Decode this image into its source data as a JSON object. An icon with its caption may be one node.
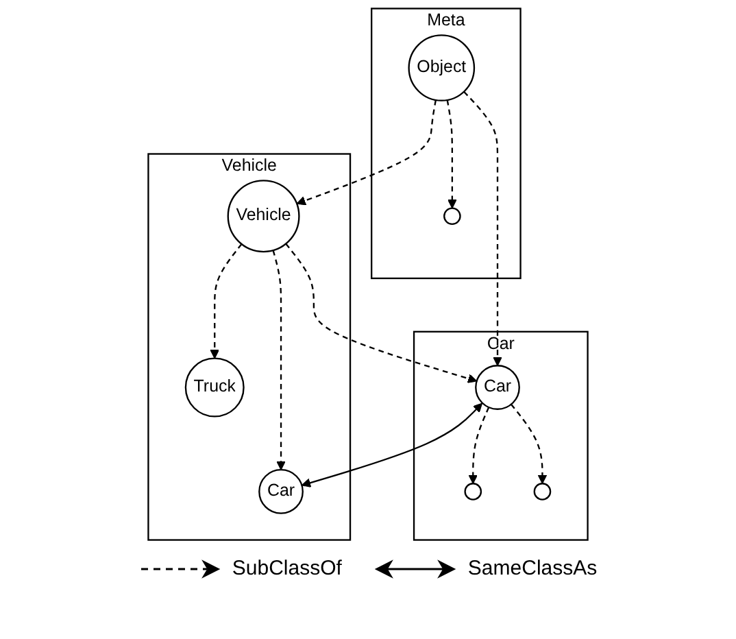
{
  "diagram": {
    "nodes": [
      {
        "text": [
          "Meta"
        ]
      },
      {
        "text": [
          "Object"
        ],
        "in": 0
      },
      {
        "text": [],
        "shape": "circle",
        "in": 0
      },
      {
        "text": [
          "Vehicle"
        ]
      },
      {
        "text": [
          "Vehicle"
        ],
        "in": 3
      },
      {
        "text": [
          "Truck"
        ],
        "in": 3
      },
      {
        "text": [
          "Car"
        ],
        "in": 3
      },
      {
        "text": [
          "Car"
        ]
      },
      {
        "text": [
          "Car"
        ],
        "in": 7
      },
      {
        "text": [],
        "shape": "circle",
        "in": 7
      },
      {
        "text": [],
        "shape": "circle",
        "in": 7
      }
    ],
    "edges": [
      {
        "from": 1,
        "to": 2,
        "arrow": "to",
        "style": "dashed"
      },
      {
        "from": 1,
        "to": 4,
        "arrow": "to",
        "style": "dashed"
      },
      {
        "from": 1,
        "to": 8,
        "arrow": "to",
        "style": "dashed"
      },
      {
        "from": 4,
        "to": 5,
        "arrow": "to",
        "style": "dashed"
      },
      {
        "from": 4,
        "to": 6,
        "arrow": "to",
        "style": "dashed"
      },
      {
        "from": 4,
        "to": 8,
        "arrow": "to",
        "style": "dashed"
      },
      {
        "from": 8,
        "to": 6,
        "arrow": "both"
      },
      {
        "from": 8,
        "to": 9,
        "arrow": "to",
        "style": "dashed"
      },
      {
        "from": 8,
        "to": 10,
        "arrow": "to",
        "style": "dashed"
      }
    ],
    "legend": [
      {
        "text": "SubClassOf"
      },
      {
        "text": "SameClassAs"
      }
    ]
  }
}
